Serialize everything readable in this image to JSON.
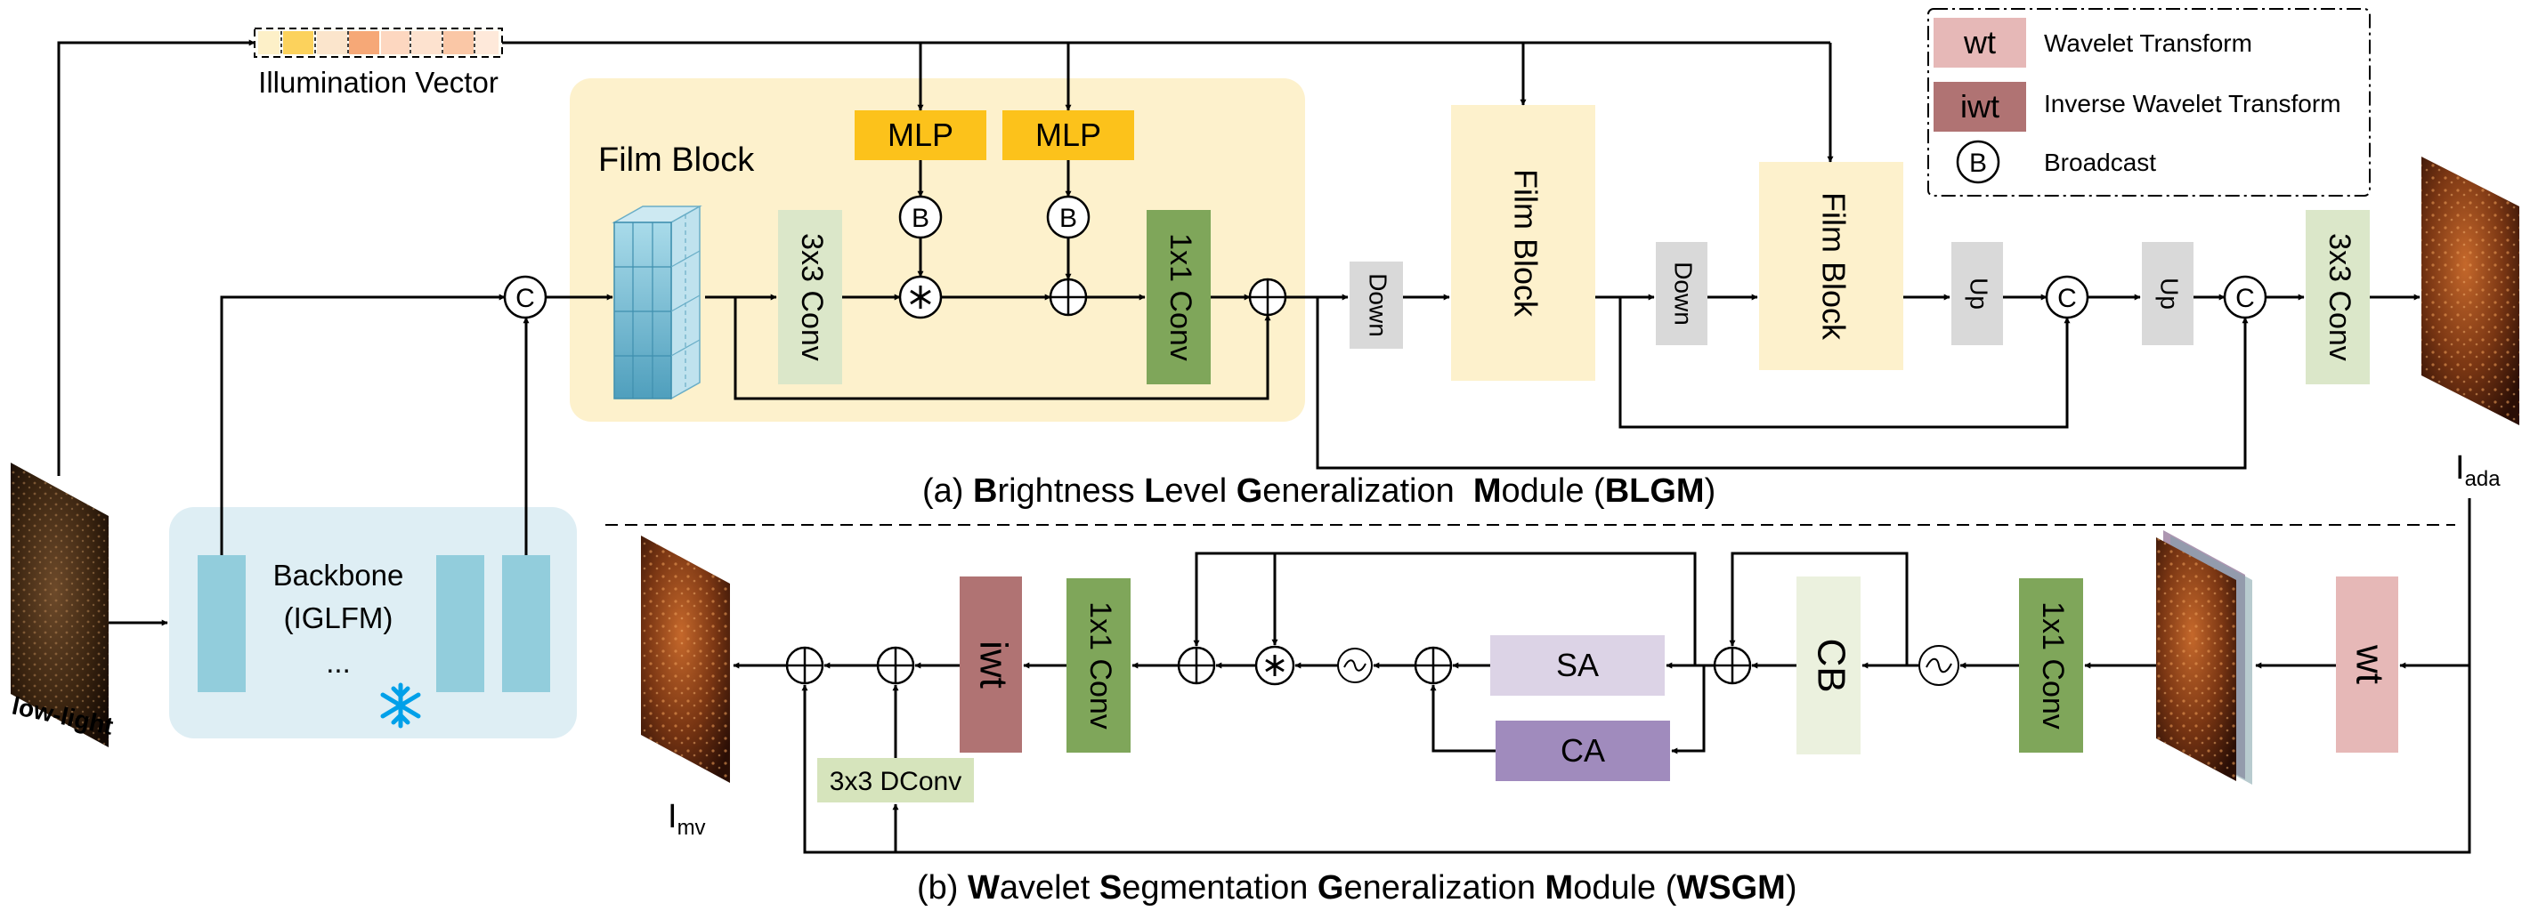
{
  "legend": {
    "wt": {
      "abbr": "wt",
      "label": "Wavelet Transform"
    },
    "iwt": {
      "abbr": "iwt",
      "label": "Inverse Wavelet Transform"
    },
    "broadcast": {
      "symbol": "B",
      "label": "Broadcast"
    }
  },
  "inputs": {
    "illumination_vector": "Illumination Vector",
    "low_light": "low-light"
  },
  "outputs": {
    "i_ada": {
      "main": "I",
      "sub": "ada"
    },
    "i_mv": {
      "main": "I",
      "sub": "mv"
    }
  },
  "backbone": {
    "title": "Backbone",
    "subtitle": "(IGLFM)",
    "dots": "..."
  },
  "blgm": {
    "film_block_title": "Film Block",
    "mlp_label": "MLP",
    "broadcast_symbol": "B",
    "concat_symbol": "C",
    "conv3x3": "3x3 Conv",
    "conv1x1": "1x1 Conv",
    "down": "Down",
    "up": "Up",
    "film_block": "Film Block",
    "caption": {
      "prefix": "(a) ",
      "parts": [
        {
          "bold": "B",
          "rest": "rightness "
        },
        {
          "bold": "L",
          "rest": "evel "
        },
        {
          "bold": "G",
          "rest": "eneralization  "
        },
        {
          "bold": "M",
          "rest": "odule ("
        }
      ],
      "abbr": "BLGM",
      "suffix": ")"
    }
  },
  "wsgm": {
    "wt": "wt",
    "iwt": "iwt",
    "conv1x1": "1x1 Conv",
    "cb": "CB",
    "sa": "SA",
    "ca": "CA",
    "dconv": "3x3 DConv",
    "caption": {
      "prefix": "(b) ",
      "parts": [
        {
          "bold": "W",
          "rest": "avelet "
        },
        {
          "bold": "S",
          "rest": "egmentation "
        },
        {
          "bold": "G",
          "rest": "eneralization "
        },
        {
          "bold": "M",
          "rest": "odule ("
        }
      ],
      "abbr": "WSGM",
      "suffix": ")"
    }
  },
  "colors": {
    "film_bg": "#fdf1cc",
    "mlp": "#fcc21b",
    "conv_green_light": "#dbe7c9",
    "conv_green_dark": "#7fa65a",
    "grey_block": "#d9d9d9",
    "backbone_bg": "#deeef4",
    "backbone_bar": "#92cddc",
    "wt": "#e6b8b7",
    "iwt": "#b07373",
    "sa": "#dcd3e6",
    "ca": "#a08bbd",
    "cb": "#ebf1de",
    "dconv": "#d6e4bc",
    "snowflake": "#00a0e9"
  }
}
